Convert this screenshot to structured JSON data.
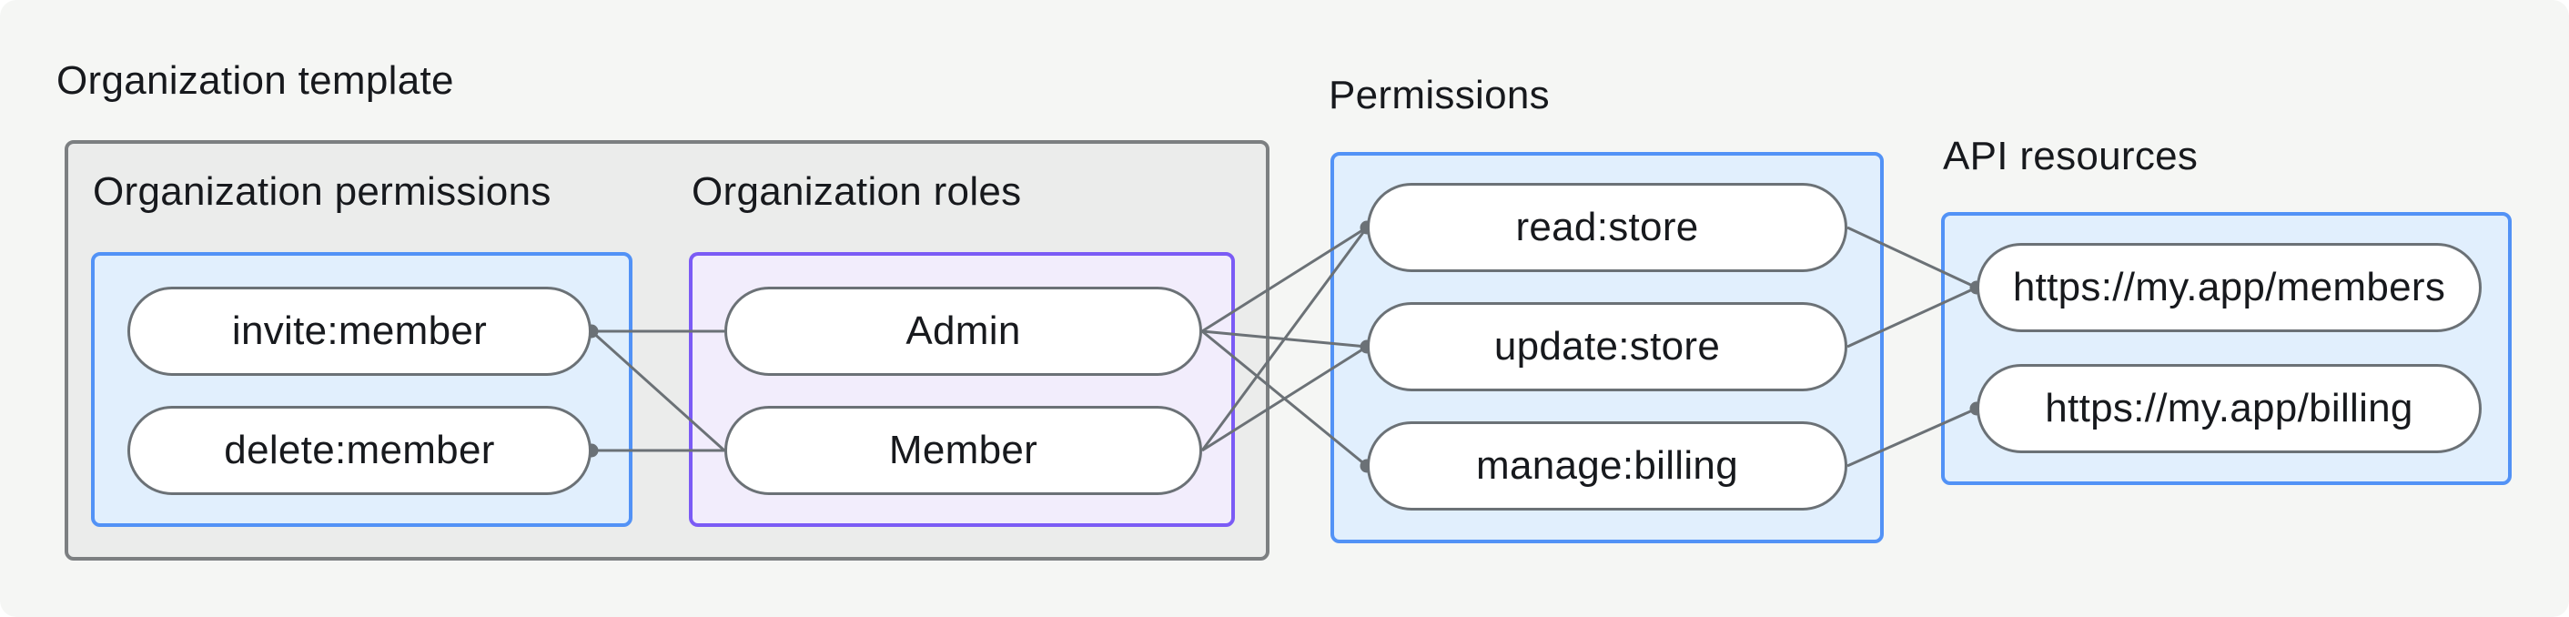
{
  "diagram": {
    "org_template": {
      "label": "Organization template",
      "org_permissions": {
        "label": "Organization permissions",
        "pills": [
          {
            "id": "invite",
            "label": "invite:member"
          },
          {
            "id": "delete",
            "label": "delete:member"
          }
        ]
      },
      "org_roles": {
        "label": "Organization roles",
        "pills": [
          {
            "id": "admin",
            "label": "Admin"
          },
          {
            "id": "member",
            "label": "Member"
          }
        ]
      }
    },
    "permissions": {
      "label": "Permissions",
      "pills": [
        {
          "id": "read",
          "label": "read:store"
        },
        {
          "id": "update",
          "label": "update:store"
        },
        {
          "id": "manage",
          "label": "manage:billing"
        }
      ]
    },
    "api_resources": {
      "label": "API resources",
      "pills": [
        {
          "id": "members",
          "label": "https://my.app/members"
        },
        {
          "id": "billing",
          "label": "https://my.app/billing"
        }
      ]
    },
    "edges": [
      {
        "from": "invite",
        "to": "admin"
      },
      {
        "from": "invite",
        "to": "member"
      },
      {
        "from": "delete",
        "to": "member"
      },
      {
        "from": "admin",
        "to": "read"
      },
      {
        "from": "admin",
        "to": "update"
      },
      {
        "from": "admin",
        "to": "manage"
      },
      {
        "from": "member",
        "to": "read"
      },
      {
        "from": "member",
        "to": "update"
      },
      {
        "from": "read",
        "to": "members"
      },
      {
        "from": "update",
        "to": "members"
      },
      {
        "from": "manage",
        "to": "billing"
      }
    ],
    "ports": [
      {
        "node": "invite",
        "side": "right"
      },
      {
        "node": "delete",
        "side": "right"
      },
      {
        "node": "read",
        "side": "left"
      },
      {
        "node": "update",
        "side": "left"
      },
      {
        "node": "manage",
        "side": "left"
      },
      {
        "node": "members",
        "side": "left"
      },
      {
        "node": "billing",
        "side": "left"
      }
    ],
    "colors": {
      "page_bg": "#f5f6f4",
      "outer_box_bg": "#ebeceb",
      "outer_box_border": "#7c7f81",
      "blue_box_bg": "#e1effd",
      "blue_box_border": "#5292f6",
      "purple_box_bg": "#f2edfc",
      "purple_box_border": "#7b5bf5",
      "pill_bg": "#ffffff",
      "connector": "#6b7176",
      "dot": "#6b7176",
      "text": "#17191d"
    }
  }
}
